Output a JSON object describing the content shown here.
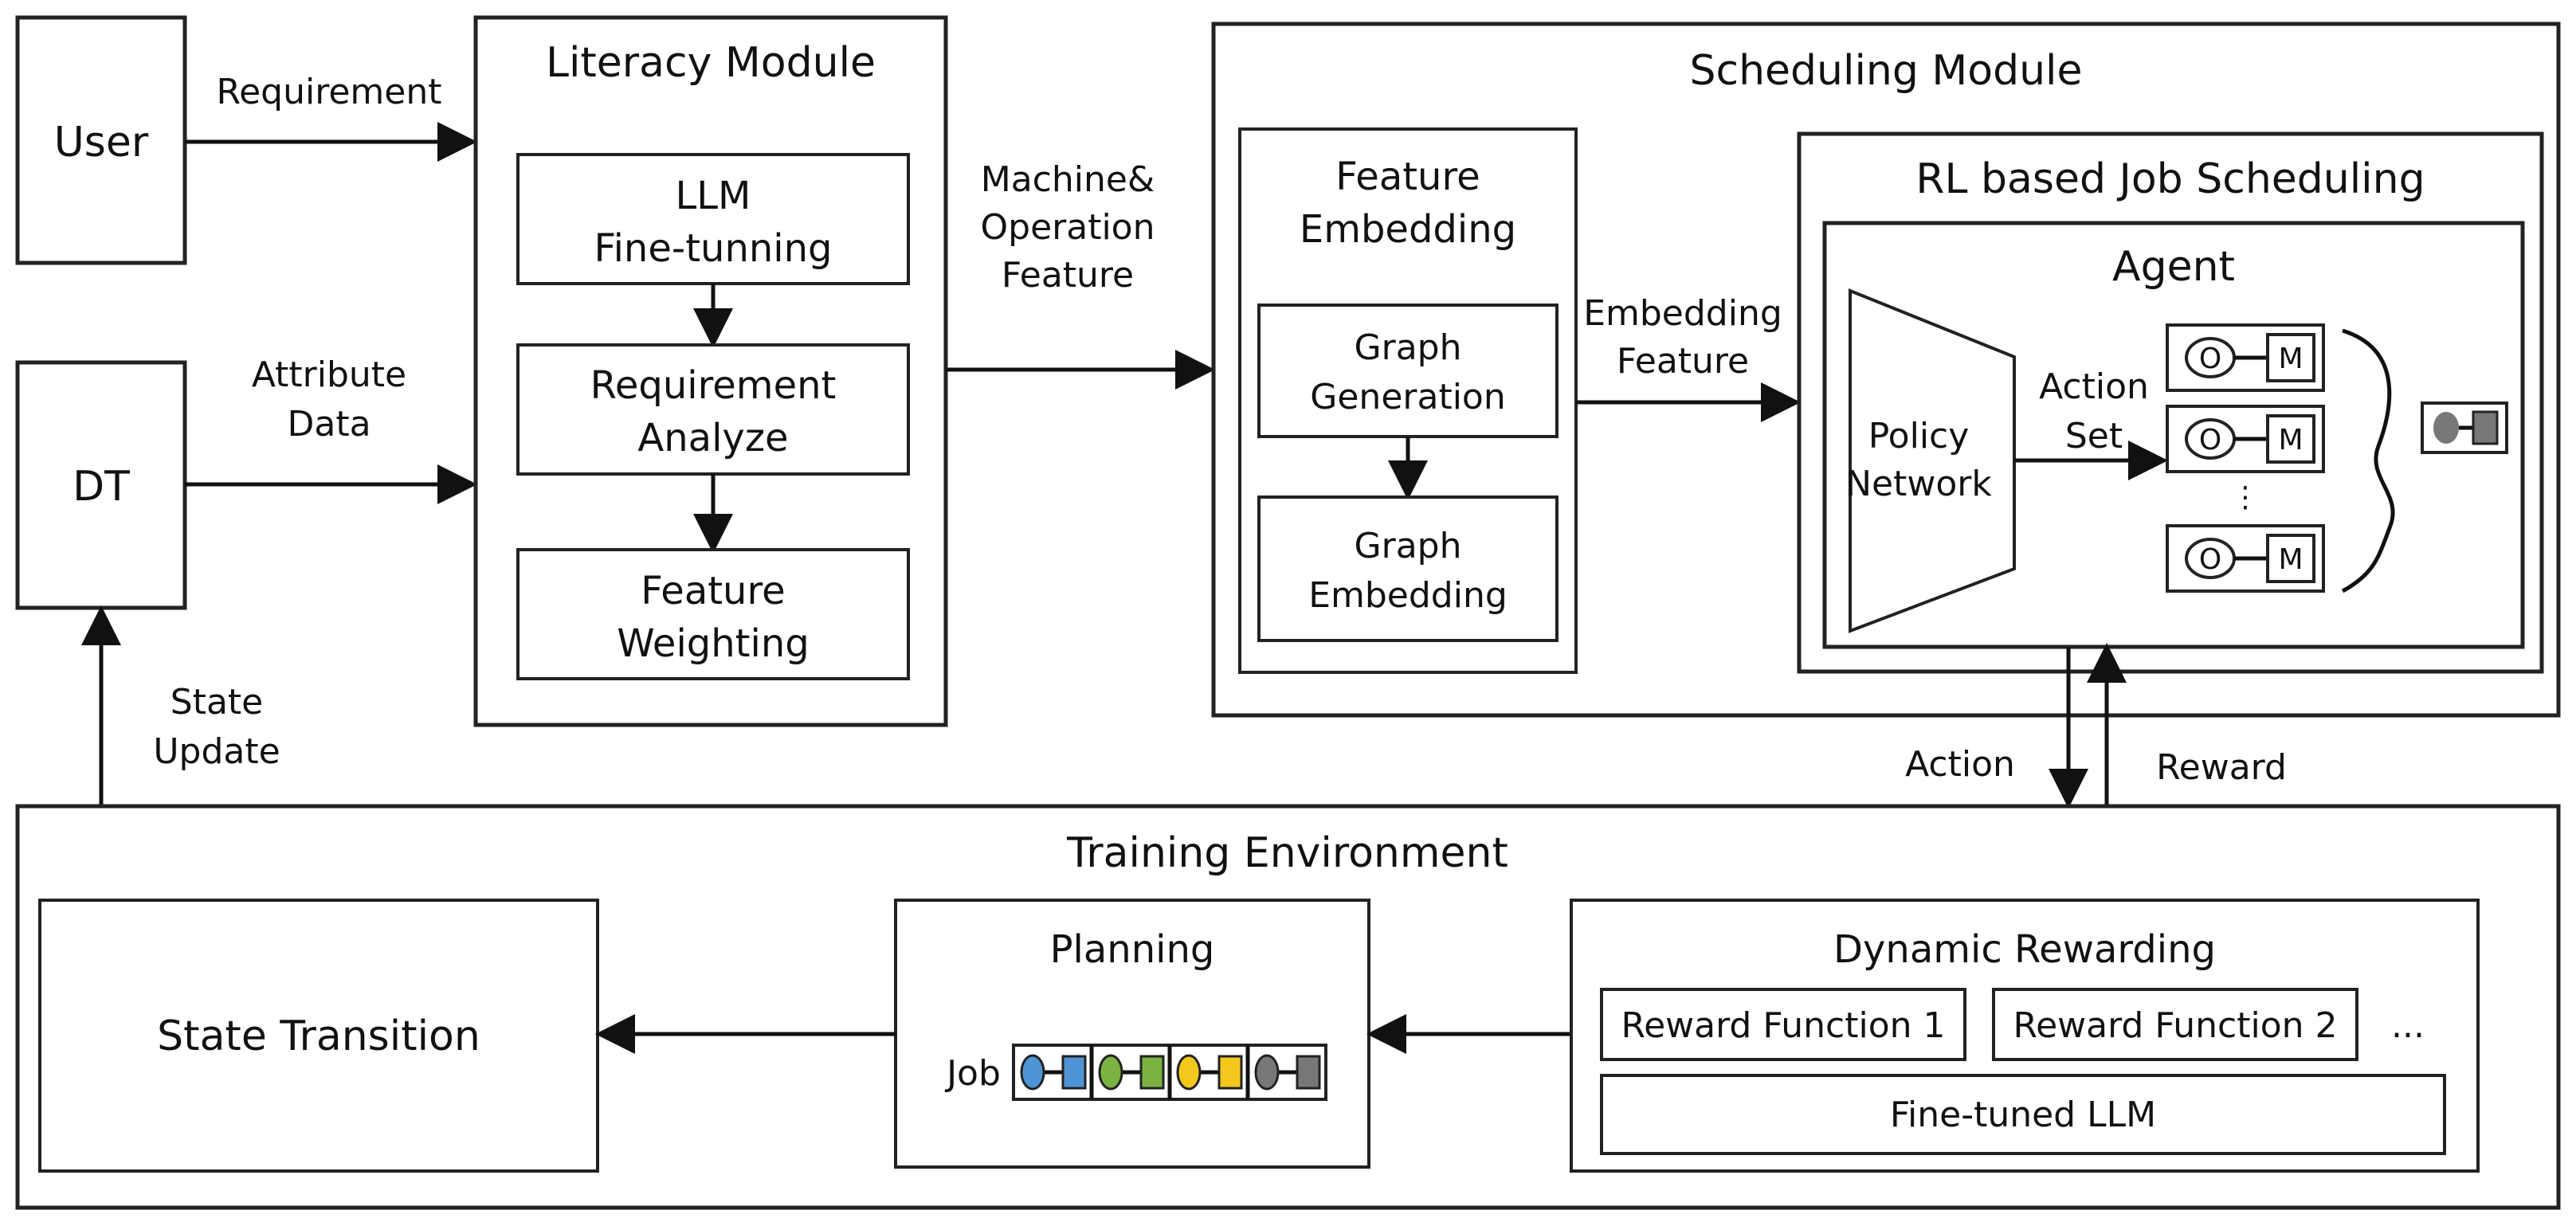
{
  "nodes": {
    "user": "User",
    "dt": "DT",
    "literacy_module": "Literacy Module",
    "llm_finetune_line1": "LLM",
    "llm_finetune_line2": "Fine-tunning",
    "req_analyze_line1": "Requirement",
    "req_analyze_line2": "Analyze",
    "feat_weight_line1": "Feature",
    "feat_weight_line2": "Weighting",
    "scheduling_module": "Scheduling Module",
    "feat_embed_line1": "Feature",
    "feat_embed_line2": "Embedding",
    "graph_gen_line1": "Graph",
    "graph_gen_line2": "Generation",
    "graph_embed_line1": "Graph",
    "graph_embed_line2": "Embedding",
    "rl_job_sched": "RL based Job Scheduling",
    "agent": "Agent",
    "policy_line1": "Policy",
    "policy_line2": "Network",
    "training_env": "Training Environment",
    "state_transition": "State Transition",
    "planning": "Planning",
    "job": "Job",
    "dynamic_rewarding": "Dynamic Rewarding",
    "reward_fn_1": "Reward Function 1",
    "reward_fn_2": "Reward Function 2",
    "ellipsis": "...",
    "finetuned_llm": "Fine-tuned LLM",
    "op_o": "O",
    "op_m": "M",
    "vdots": "⋮"
  },
  "edges": {
    "requirement": "Requirement",
    "attribute_line1": "Attribute",
    "attribute_line2": "Data",
    "machine_line1": "Machine&",
    "machine_line2": "Operation",
    "machine_line3": "Feature",
    "embedding_line1": "Embedding",
    "embedding_line2": "Feature",
    "action_set_line1": "Action",
    "action_set_line2": "Set",
    "state_update_line1": "State",
    "state_update_line2": "Update",
    "action": "Action",
    "reward": "Reward"
  },
  "colors": {
    "job_blue": "#4f94d6",
    "job_green": "#7bb342",
    "job_yellow": "#f2c81c",
    "job_gray": "#777777"
  }
}
